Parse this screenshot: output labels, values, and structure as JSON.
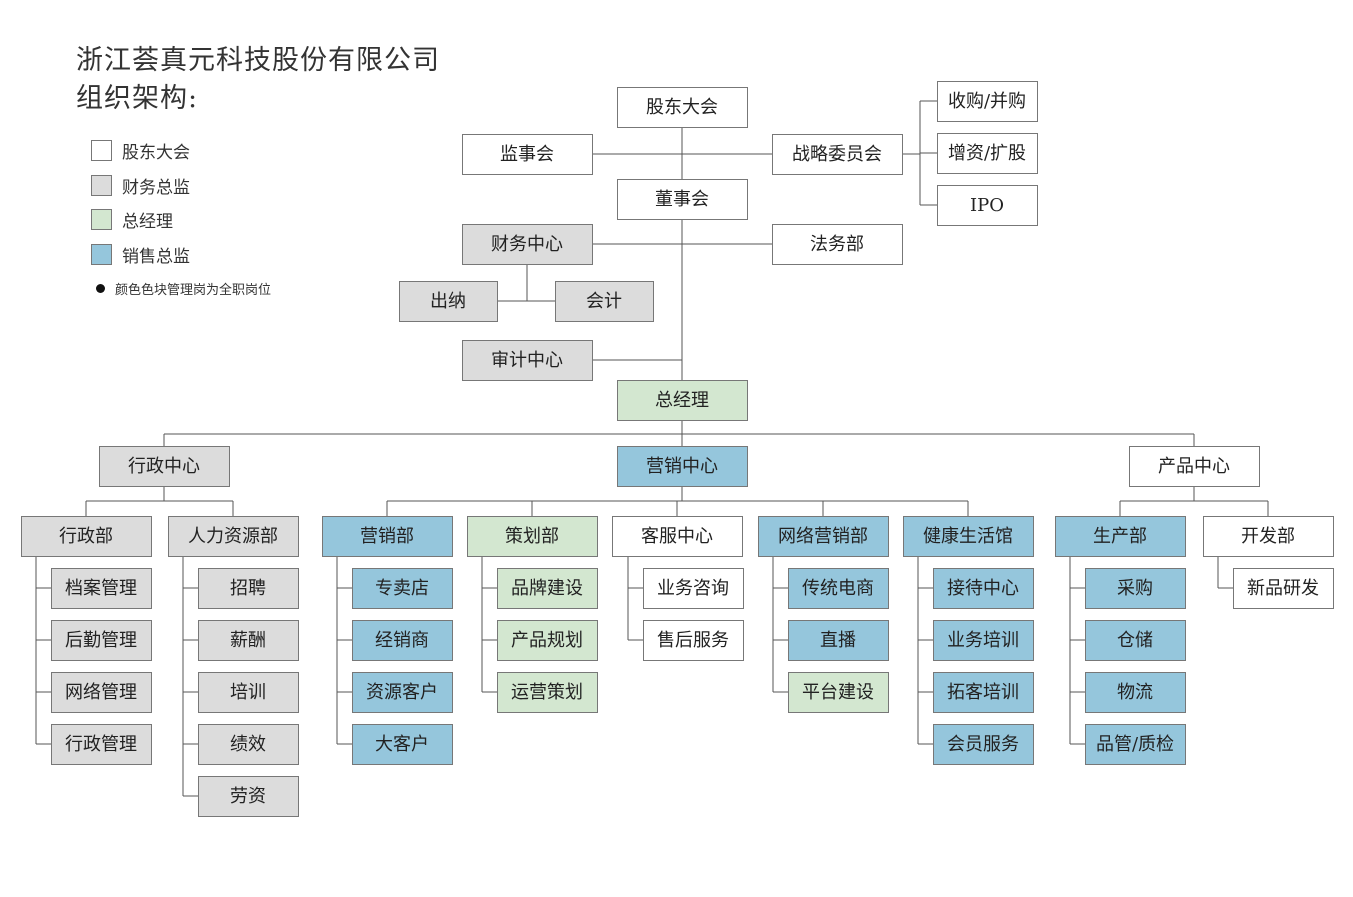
{
  "title": {
    "line1": "浙江荟真元科技股份有限公司",
    "line2": "组织架构:"
  },
  "legend": {
    "items": [
      {
        "label": "股东大会",
        "color": "#ffffff"
      },
      {
        "label": "财务总监",
        "color": "#dcdcdc"
      },
      {
        "label": "总经理",
        "color": "#d3e7d0"
      },
      {
        "label": "销售总监",
        "color": "#95c6dc"
      }
    ],
    "note": "颜色色块管理岗为全职岗位"
  },
  "colors": {
    "white": "#ffffff",
    "gray": "#dcdcdc",
    "green": "#d3e7d0",
    "blue": "#95c6dc",
    "line": "#555555",
    "border": "#777777"
  },
  "nodes": {
    "shareholders": {
      "label": "股东大会",
      "color": "white"
    },
    "supervisory_board": {
      "label": "监事会",
      "color": "white"
    },
    "strategy_committee": {
      "label": "战略委员会",
      "color": "white"
    },
    "acquisition": {
      "label": "收购/并购",
      "color": "white"
    },
    "capital_increase": {
      "label": "增资/扩股",
      "color": "white"
    },
    "ipo": {
      "label": "IPO",
      "color": "white"
    },
    "board": {
      "label": "董事会",
      "color": "white"
    },
    "finance_center": {
      "label": "财务中心",
      "color": "gray"
    },
    "legal_dept": {
      "label": "法务部",
      "color": "white"
    },
    "cashier": {
      "label": "出纳",
      "color": "gray"
    },
    "accounting": {
      "label": "会计",
      "color": "gray"
    },
    "audit_center": {
      "label": "审计中心",
      "color": "gray"
    },
    "general_manager": {
      "label": "总经理",
      "color": "green"
    },
    "admin_center": {
      "label": "行政中心",
      "color": "gray"
    },
    "marketing_center": {
      "label": "营销中心",
      "color": "blue"
    },
    "product_center": {
      "label": "产品中心",
      "color": "white"
    },
    "admin_dept": {
      "label": "行政部",
      "color": "gray"
    },
    "hr_dept": {
      "label": "人力资源部",
      "color": "gray"
    },
    "marketing_dept": {
      "label": "营销部",
      "color": "blue"
    },
    "planning_dept": {
      "label": "策划部",
      "color": "green"
    },
    "customer_service": {
      "label": "客服中心",
      "color": "white"
    },
    "online_marketing": {
      "label": "网络营销部",
      "color": "blue"
    },
    "health_hall": {
      "label": "健康生活馆",
      "color": "blue"
    },
    "production_dept": {
      "label": "生产部",
      "color": "blue"
    },
    "development_dept": {
      "label": "开发部",
      "color": "white"
    },
    "archives": {
      "label": "档案管理",
      "color": "gray"
    },
    "logistics_mgmt": {
      "label": "后勤管理",
      "color": "gray"
    },
    "network_mgmt": {
      "label": "网络管理",
      "color": "gray"
    },
    "admin_mgmt": {
      "label": "行政管理",
      "color": "gray"
    },
    "recruitment": {
      "label": "招聘",
      "color": "gray"
    },
    "salary": {
      "label": "薪酬",
      "color": "gray"
    },
    "training": {
      "label": "培训",
      "color": "gray"
    },
    "performance": {
      "label": "绩效",
      "color": "gray"
    },
    "labor": {
      "label": "劳资",
      "color": "gray"
    },
    "store": {
      "label": "专卖店",
      "color": "blue"
    },
    "distributor": {
      "label": "经销商",
      "color": "blue"
    },
    "resource_client": {
      "label": "资源客户",
      "color": "blue"
    },
    "key_account": {
      "label": "大客户",
      "color": "blue"
    },
    "brand_building": {
      "label": "品牌建设",
      "color": "green"
    },
    "product_planning": {
      "label": "产品规划",
      "color": "green"
    },
    "operation_planning": {
      "label": "运营策划",
      "color": "green"
    },
    "business_consulting": {
      "label": "业务咨询",
      "color": "white"
    },
    "after_sales": {
      "label": "售后服务",
      "color": "white"
    },
    "ecommerce": {
      "label": "传统电商",
      "color": "blue"
    },
    "livestream": {
      "label": "直播",
      "color": "blue"
    },
    "platform_building": {
      "label": "平台建设",
      "color": "green"
    },
    "reception_center": {
      "label": "接待中心",
      "color": "blue"
    },
    "business_training": {
      "label": "业务培训",
      "color": "blue"
    },
    "customer_training": {
      "label": "拓客培训",
      "color": "blue"
    },
    "member_service": {
      "label": "会员服务",
      "color": "blue"
    },
    "procurement": {
      "label": "采购",
      "color": "blue"
    },
    "warehousing": {
      "label": "仓储",
      "color": "blue"
    },
    "logistics": {
      "label": "物流",
      "color": "blue"
    },
    "quality_control": {
      "label": "品管/质检",
      "color": "blue"
    },
    "new_product_rd": {
      "label": "新品研发",
      "color": "white"
    }
  }
}
